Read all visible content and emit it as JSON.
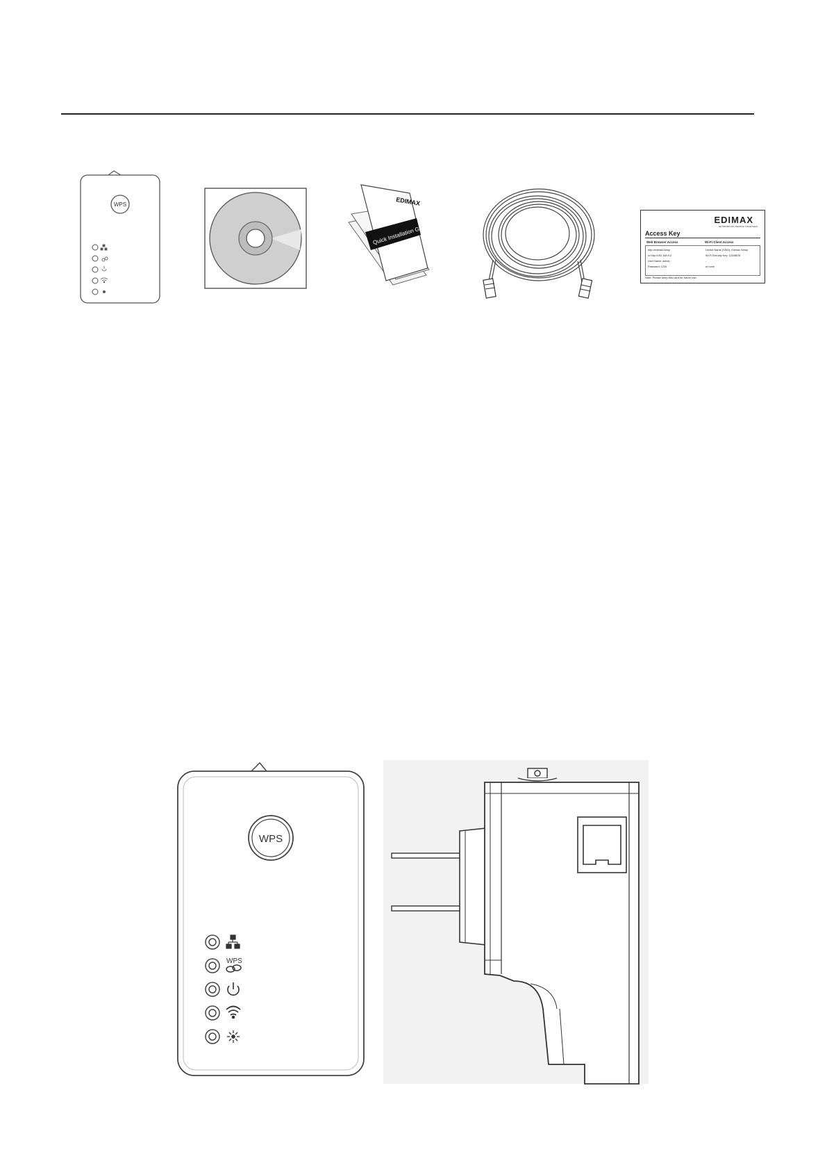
{
  "page": {
    "background": "#ffffff",
    "line_color": "#222222"
  },
  "package_contents": {
    "extender_front": {
      "wps_label": "WPS"
    },
    "cd": {},
    "quick_guide": {
      "brand": "EDIMAX",
      "cover_text": "Quick Installation Guide"
    },
    "cable": {},
    "access_key_card": {
      "brand": "EDIMAX",
      "tagline": "NETWORKING PEOPLE TOGETHER",
      "title": "Access Key",
      "col_left": "Web Browser Access",
      "col_right": "Wi-Fi Client Access",
      "left_rows": [
        "http://edimax.setup",
        "or http://192.168.9.2",
        "User Name: admin",
        "Password: 1234"
      ],
      "right_rows": [
        "Device Name (SSID): Edimax.Setup",
        "Wi-Fi Security Key: 12345678",
        "-",
        "or none"
      ],
      "note": "Note: Please keep this card for future use."
    }
  },
  "device_diagram": {
    "wps_button_label": "WPS",
    "led_wps_label": "WPS",
    "led_icons": [
      "lan-icon",
      "wps-link-icon",
      "power-icon",
      "wifi-icon",
      "signal-strength-icon"
    ]
  }
}
